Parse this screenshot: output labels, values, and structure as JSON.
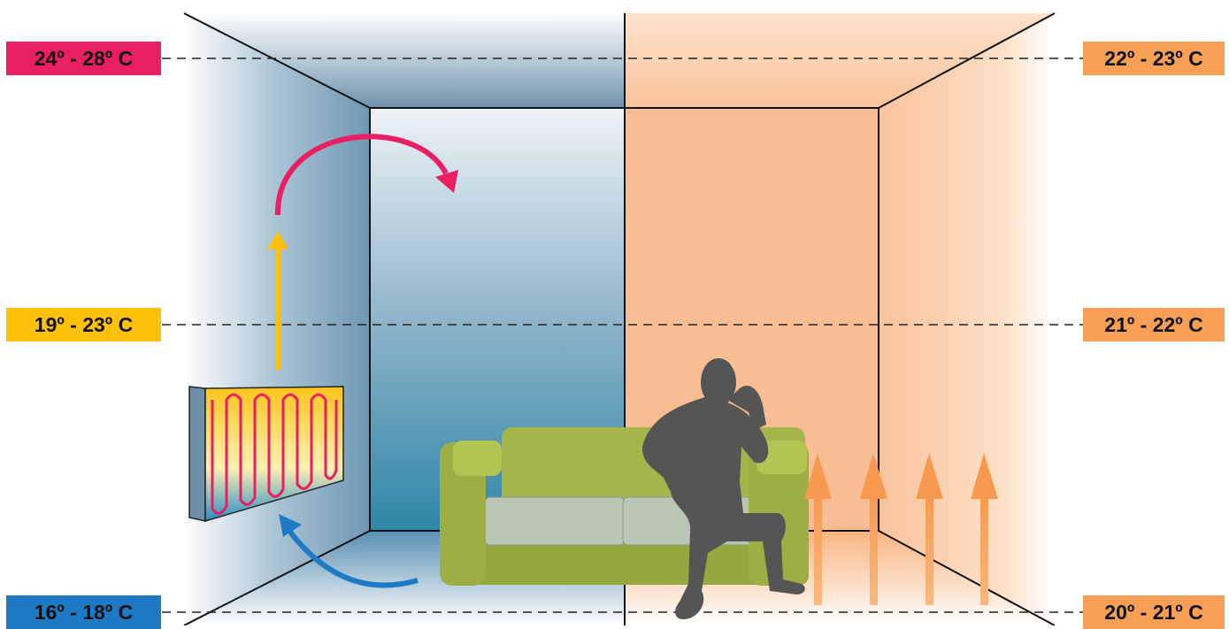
{
  "left_panel": {
    "labels": {
      "top": "24º - 28º C",
      "middle": "19º - 23º C",
      "bottom": "16º - 18º C"
    },
    "colors": {
      "top": "#e91e63",
      "middle": "#ffc107",
      "bottom": "#1e7ac4"
    }
  },
  "right_panel": {
    "labels": {
      "top": "22º - 23º C",
      "middle": "21º - 22º C",
      "bottom": "20º - 21º C"
    },
    "color": "#f7a055"
  }
}
